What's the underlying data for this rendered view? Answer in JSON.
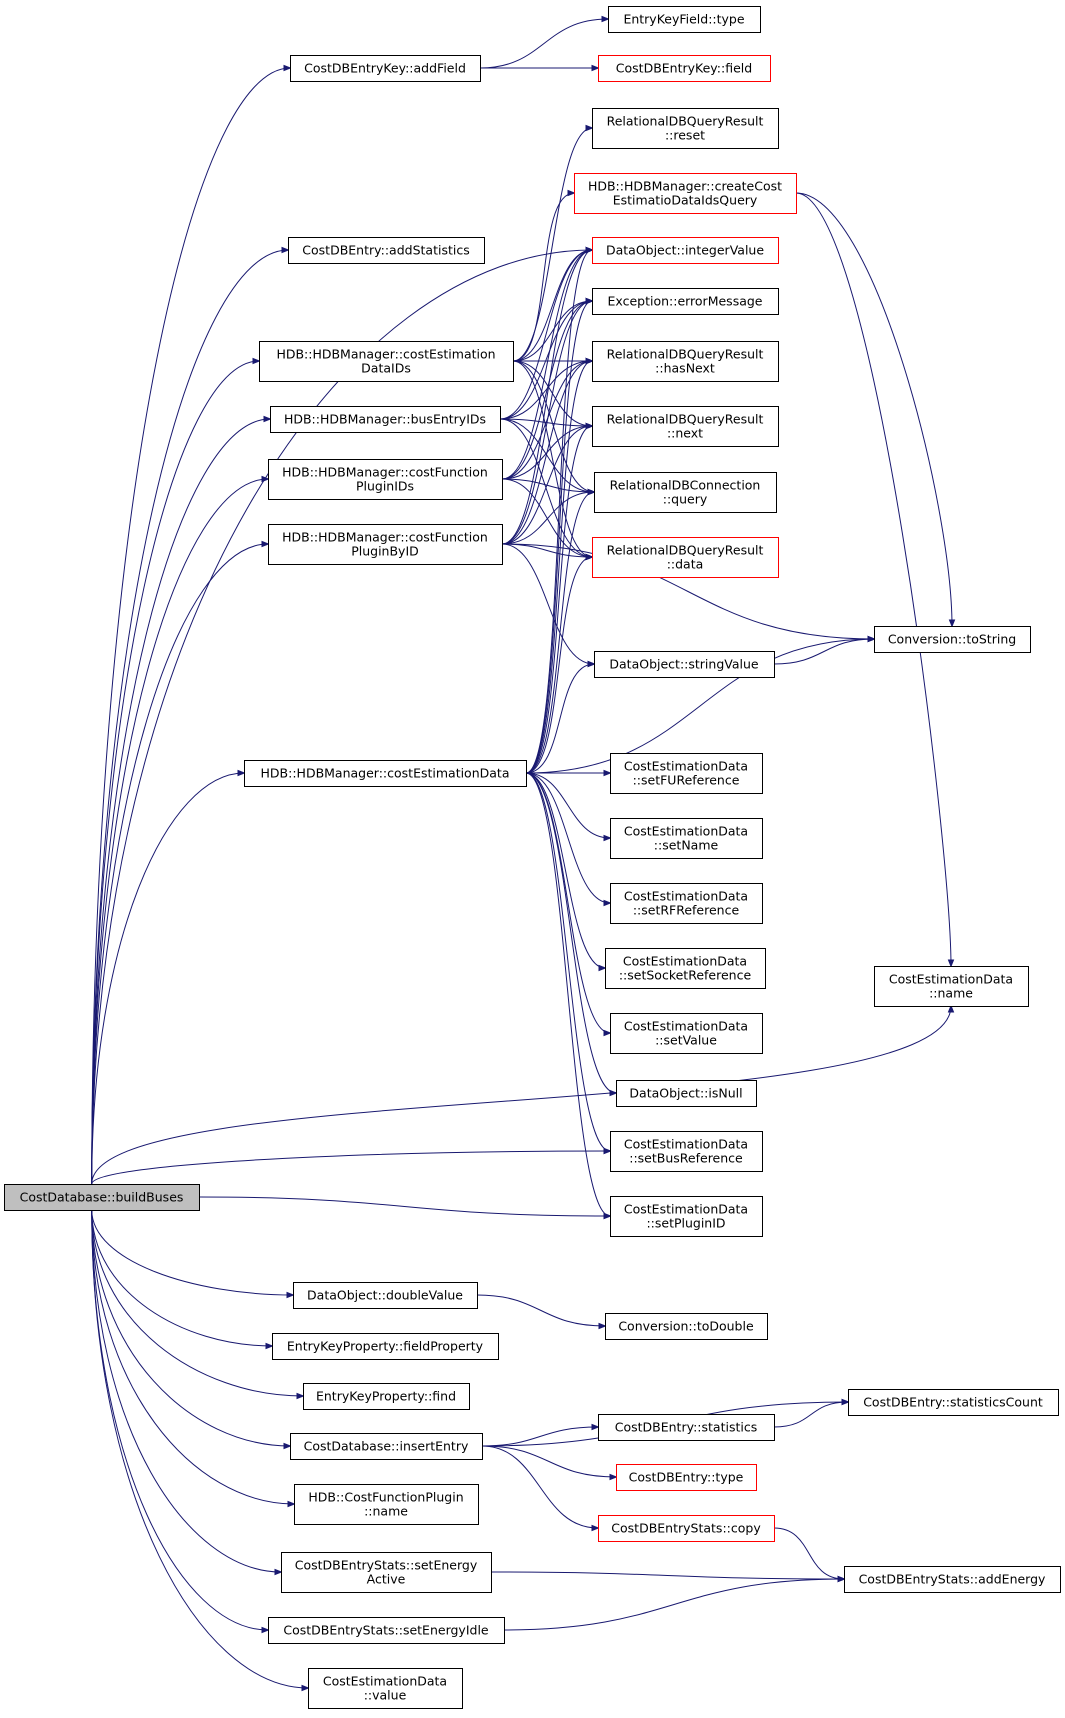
{
  "diagram": {
    "type": "call-graph",
    "colors": {
      "edge": "#191970",
      "node_border": "#000000",
      "node_border_truncated": "#ff0000",
      "root_fill": "#bfbfbf",
      "node_fill": "#ffffff"
    },
    "nodes": [
      {
        "id": "buildBuses",
        "lines": [
          "CostDatabase::buildBuses"
        ],
        "style": "root"
      },
      {
        "id": "addField",
        "lines": [
          "CostDBEntryKey::addField"
        ],
        "style": "normal"
      },
      {
        "id": "ekfType",
        "lines": [
          "EntryKeyField::type"
        ],
        "style": "normal"
      },
      {
        "id": "keyField",
        "lines": [
          "CostDBEntryKey::field"
        ],
        "style": "truncated"
      },
      {
        "id": "rqrReset",
        "lines": [
          "RelationalDBQueryResult",
          "::reset"
        ],
        "style": "normal"
      },
      {
        "id": "createCost",
        "lines": [
          "HDB::HDBManager::createCost",
          "EstimatioDataIdsQuery"
        ],
        "style": "truncated"
      },
      {
        "id": "addStatistics",
        "lines": [
          "CostDBEntry::addStatistics"
        ],
        "style": "normal"
      },
      {
        "id": "integerValue",
        "lines": [
          "DataObject::integerValue"
        ],
        "style": "truncated"
      },
      {
        "id": "errorMessage",
        "lines": [
          "Exception::errorMessage"
        ],
        "style": "normal"
      },
      {
        "id": "costEstDataIDs",
        "lines": [
          "HDB::HDBManager::costEstimation",
          "DataIDs"
        ],
        "style": "normal"
      },
      {
        "id": "hasNext",
        "lines": [
          "RelationalDBQueryResult",
          "::hasNext"
        ],
        "style": "normal"
      },
      {
        "id": "busEntryIDs",
        "lines": [
          "HDB::HDBManager::busEntryIDs"
        ],
        "style": "normal"
      },
      {
        "id": "next",
        "lines": [
          "RelationalDBQueryResult",
          "::next"
        ],
        "style": "normal"
      },
      {
        "id": "cfPluginIDs",
        "lines": [
          "HDB::HDBManager::costFunction",
          "PluginIDs"
        ],
        "style": "normal"
      },
      {
        "id": "query",
        "lines": [
          "RelationalDBConnection",
          "::query"
        ],
        "style": "normal"
      },
      {
        "id": "cfPluginByID",
        "lines": [
          "HDB::HDBManager::costFunction",
          "PluginByID"
        ],
        "style": "normal"
      },
      {
        "id": "rqrData",
        "lines": [
          "RelationalDBQueryResult",
          "::data"
        ],
        "style": "truncated"
      },
      {
        "id": "toString",
        "lines": [
          "Conversion::toString"
        ],
        "style": "normal"
      },
      {
        "id": "stringValue",
        "lines": [
          "DataObject::stringValue"
        ],
        "style": "normal"
      },
      {
        "id": "costEstData",
        "lines": [
          "HDB::HDBManager::costEstimationData"
        ],
        "style": "normal"
      },
      {
        "id": "setFURef",
        "lines": [
          "CostEstimationData",
          "::setFUReference"
        ],
        "style": "normal"
      },
      {
        "id": "setName",
        "lines": [
          "CostEstimationData",
          "::setName"
        ],
        "style": "normal"
      },
      {
        "id": "setRFRef",
        "lines": [
          "CostEstimationData",
          "::setRFReference"
        ],
        "style": "normal"
      },
      {
        "id": "setSocketRef",
        "lines": [
          "CostEstimationData",
          "::setSocketReference"
        ],
        "style": "normal"
      },
      {
        "id": "cedName",
        "lines": [
          "CostEstimationData",
          "::name"
        ],
        "style": "normal"
      },
      {
        "id": "setValue",
        "lines": [
          "CostEstimationData",
          "::setValue"
        ],
        "style": "normal"
      },
      {
        "id": "isNull",
        "lines": [
          "DataObject::isNull"
        ],
        "style": "normal"
      },
      {
        "id": "setBusRef",
        "lines": [
          "CostEstimationData",
          "::setBusReference"
        ],
        "style": "normal"
      },
      {
        "id": "setPluginID",
        "lines": [
          "CostEstimationData",
          "::setPluginID"
        ],
        "style": "normal"
      },
      {
        "id": "doubleValue",
        "lines": [
          "DataObject::doubleValue"
        ],
        "style": "normal"
      },
      {
        "id": "toDouble",
        "lines": [
          "Conversion::toDouble"
        ],
        "style": "normal"
      },
      {
        "id": "fieldProperty",
        "lines": [
          "EntryKeyProperty::fieldProperty"
        ],
        "style": "normal"
      },
      {
        "id": "ekpFind",
        "lines": [
          "EntryKeyProperty::find"
        ],
        "style": "normal"
      },
      {
        "id": "statisticsCount",
        "lines": [
          "CostDBEntry::statisticsCount"
        ],
        "style": "normal"
      },
      {
        "id": "statistics",
        "lines": [
          "CostDBEntry::statistics"
        ],
        "style": "normal"
      },
      {
        "id": "insertEntry",
        "lines": [
          "CostDatabase::insertEntry"
        ],
        "style": "normal"
      },
      {
        "id": "entryType",
        "lines": [
          "CostDBEntry::type"
        ],
        "style": "truncated"
      },
      {
        "id": "cfpName",
        "lines": [
          "HDB::CostFunctionPlugin",
          "::name"
        ],
        "style": "normal"
      },
      {
        "id": "statsCopy",
        "lines": [
          "CostDBEntryStats::copy"
        ],
        "style": "truncated"
      },
      {
        "id": "setEnergyActive",
        "lines": [
          "CostDBEntryStats::setEnergy",
          "Active"
        ],
        "style": "normal"
      },
      {
        "id": "addEnergy",
        "lines": [
          "CostDBEntryStats::addEnergy"
        ],
        "style": "normal"
      },
      {
        "id": "setEnergyIdle",
        "lines": [
          "CostDBEntryStats::setEnergyIdle"
        ],
        "style": "normal"
      },
      {
        "id": "cedValue",
        "lines": [
          "CostEstimationData",
          "::value"
        ],
        "style": "normal"
      }
    ],
    "edges": [
      [
        "buildBuses",
        "addField"
      ],
      [
        "buildBuses",
        "addStatistics"
      ],
      [
        "buildBuses",
        "integerValue"
      ],
      [
        "buildBuses",
        "costEstDataIDs"
      ],
      [
        "buildBuses",
        "busEntryIDs"
      ],
      [
        "buildBuses",
        "cfPluginIDs"
      ],
      [
        "buildBuses",
        "cfPluginByID"
      ],
      [
        "buildBuses",
        "costEstData"
      ],
      [
        "buildBuses",
        "setBusRef"
      ],
      [
        "buildBuses",
        "setPluginID"
      ],
      [
        "buildBuses",
        "cedName"
      ],
      [
        "buildBuses",
        "doubleValue"
      ],
      [
        "buildBuses",
        "fieldProperty"
      ],
      [
        "buildBuses",
        "ekpFind"
      ],
      [
        "buildBuses",
        "insertEntry"
      ],
      [
        "buildBuses",
        "cfpName"
      ],
      [
        "buildBuses",
        "setEnergyActive"
      ],
      [
        "buildBuses",
        "setEnergyIdle"
      ],
      [
        "buildBuses",
        "cedValue"
      ],
      [
        "addField",
        "ekfType"
      ],
      [
        "addField",
        "keyField"
      ],
      [
        "costEstDataIDs",
        "rqrReset"
      ],
      [
        "costEstDataIDs",
        "createCost"
      ],
      [
        "costEstDataIDs",
        "integerValue"
      ],
      [
        "costEstDataIDs",
        "errorMessage"
      ],
      [
        "costEstDataIDs",
        "hasNext"
      ],
      [
        "costEstDataIDs",
        "next"
      ],
      [
        "costEstDataIDs",
        "query"
      ],
      [
        "costEstDataIDs",
        "rqrData"
      ],
      [
        "busEntryIDs",
        "integerValue"
      ],
      [
        "busEntryIDs",
        "errorMessage"
      ],
      [
        "busEntryIDs",
        "hasNext"
      ],
      [
        "busEntryIDs",
        "next"
      ],
      [
        "busEntryIDs",
        "query"
      ],
      [
        "busEntryIDs",
        "rqrData"
      ],
      [
        "cfPluginIDs",
        "integerValue"
      ],
      [
        "cfPluginIDs",
        "errorMessage"
      ],
      [
        "cfPluginIDs",
        "hasNext"
      ],
      [
        "cfPluginIDs",
        "next"
      ],
      [
        "cfPluginIDs",
        "query"
      ],
      [
        "cfPluginIDs",
        "rqrData"
      ],
      [
        "cfPluginByID",
        "integerValue"
      ],
      [
        "cfPluginByID",
        "errorMessage"
      ],
      [
        "cfPluginByID",
        "hasNext"
      ],
      [
        "cfPluginByID",
        "next"
      ],
      [
        "cfPluginByID",
        "query"
      ],
      [
        "cfPluginByID",
        "rqrData"
      ],
      [
        "cfPluginByID",
        "toString"
      ],
      [
        "cfPluginByID",
        "stringValue"
      ],
      [
        "createCost",
        "toString"
      ],
      [
        "createCost",
        "cedName"
      ],
      [
        "stringValue",
        "toString"
      ],
      [
        "costEstData",
        "integerValue"
      ],
      [
        "costEstData",
        "errorMessage"
      ],
      [
        "costEstData",
        "hasNext"
      ],
      [
        "costEstData",
        "next"
      ],
      [
        "costEstData",
        "query"
      ],
      [
        "costEstData",
        "rqrData"
      ],
      [
        "costEstData",
        "toString"
      ],
      [
        "costEstData",
        "stringValue"
      ],
      [
        "costEstData",
        "setFURef"
      ],
      [
        "costEstData",
        "setName"
      ],
      [
        "costEstData",
        "setRFRef"
      ],
      [
        "costEstData",
        "setSocketRef"
      ],
      [
        "costEstData",
        "setValue"
      ],
      [
        "costEstData",
        "isNull"
      ],
      [
        "costEstData",
        "setBusRef"
      ],
      [
        "costEstData",
        "setPluginID"
      ],
      [
        "doubleValue",
        "toDouble"
      ],
      [
        "insertEntry",
        "statisticsCount"
      ],
      [
        "insertEntry",
        "statistics"
      ],
      [
        "insertEntry",
        "entryType"
      ],
      [
        "insertEntry",
        "statsCopy"
      ],
      [
        "statistics",
        "statisticsCount"
      ],
      [
        "statsCopy",
        "addEnergy"
      ],
      [
        "setEnergyActive",
        "addEnergy"
      ],
      [
        "setEnergyIdle",
        "addEnergy"
      ]
    ]
  }
}
